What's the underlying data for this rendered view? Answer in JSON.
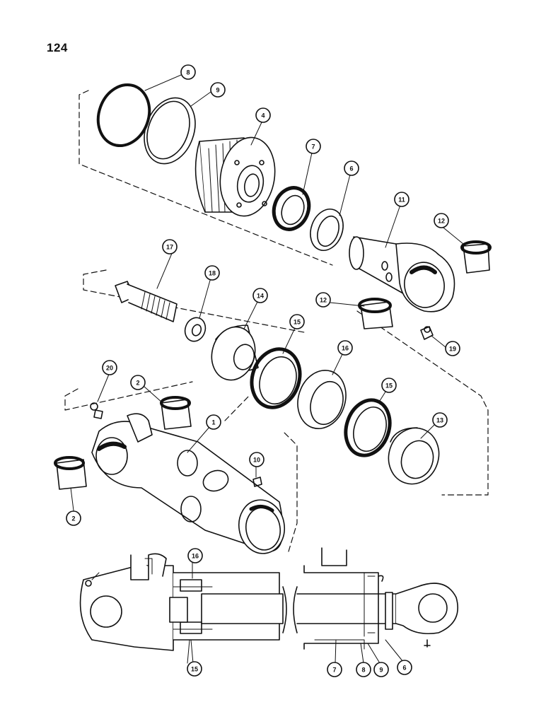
{
  "page": {
    "number": "124"
  },
  "callouts": {
    "c8_top": "8",
    "c9_top": "9",
    "c4": "4",
    "c7_top": "7",
    "c6_top": "6",
    "c11": "11",
    "c12_right": "12",
    "c17": "17",
    "c18": "18",
    "c14": "14",
    "c15_mid": "15",
    "c12_mid": "12",
    "c19": "19",
    "c20": "20",
    "c2_upper": "2",
    "c16_mid": "16",
    "c15_right": "15",
    "c1": "1",
    "c13": "13",
    "c10": "10",
    "c2_lower": "2",
    "c16_sect": "16",
    "c15_sect": "15",
    "c7_sect": "7",
    "c8_sect": "8",
    "c9_sect": "9",
    "c6_sect": "6"
  }
}
